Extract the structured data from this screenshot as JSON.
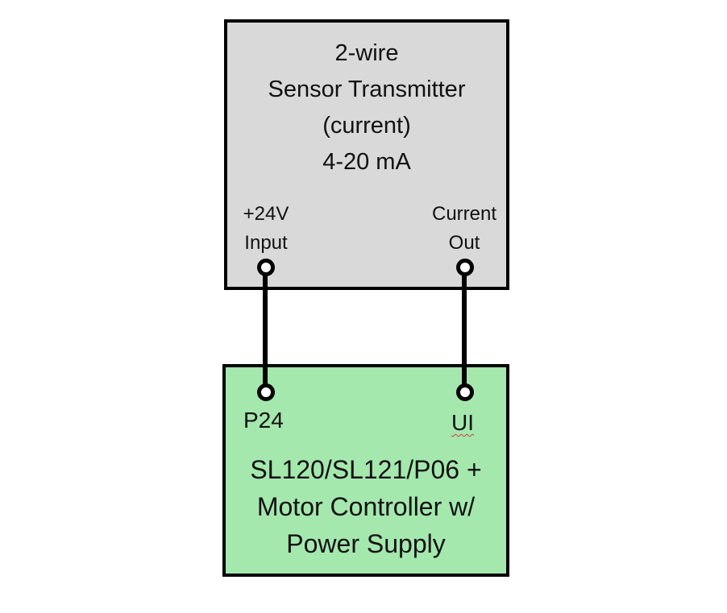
{
  "transmitter": {
    "title_lines": [
      "2-wire",
      "Sensor Transmitter",
      "(current)",
      "4-20 mA"
    ],
    "pin_left": [
      "+24V",
      "Input"
    ],
    "pin_right": [
      "Current",
      "Out"
    ],
    "fill_color": "#d9d9d9"
  },
  "controller": {
    "pin_left": "P24",
    "pin_right": "UI",
    "title_lines": [
      "SL120/SL121/P06 +",
      "Motor Controller w/",
      "Power Supply"
    ],
    "fill_color": "#a4e8ae"
  }
}
